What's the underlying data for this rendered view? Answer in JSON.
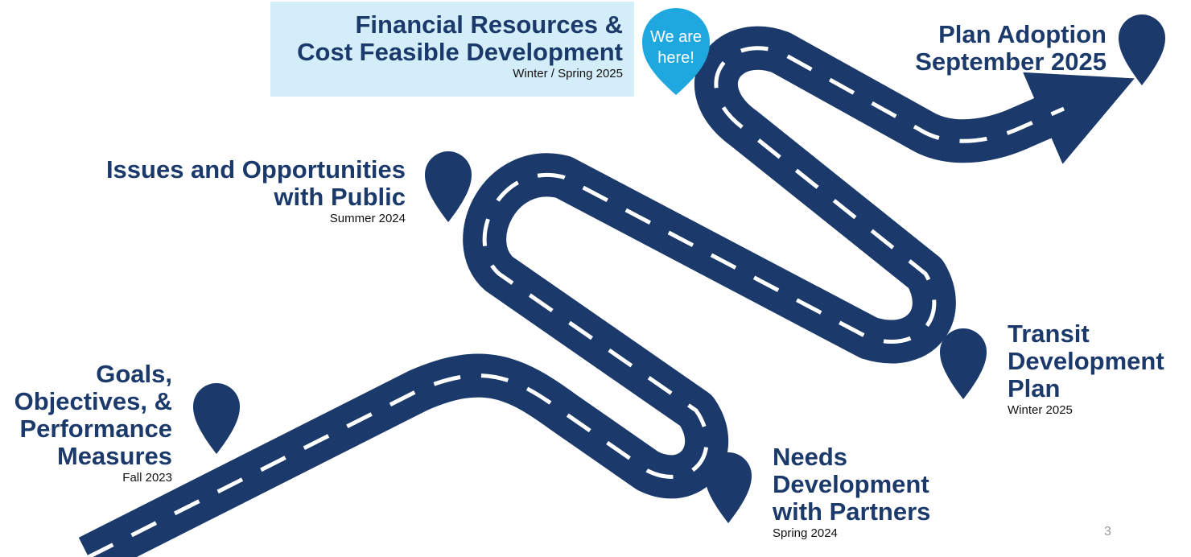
{
  "colors": {
    "road": "#1b3a6b",
    "dash": "#ffffff",
    "pin": "#1b3a6b",
    "current_pin": "#1fa8df",
    "current_box": "#d3eef8"
  },
  "milestones": [
    {
      "title": [
        "Goals,",
        "Objectives, &",
        "Performance",
        "Measures"
      ],
      "date": "Fall 2023"
    },
    {
      "title": [
        "Needs",
        "Development",
        "with Partners"
      ],
      "date": "Spring 2024"
    },
    {
      "title": [
        "Issues and Opportunities",
        "with Public"
      ],
      "date": "Summer 2024"
    },
    {
      "title": [
        "Transit",
        "Development",
        "Plan"
      ],
      "date": "Winter 2025"
    },
    {
      "title": [
        "Financial Resources &",
        "Cost Feasible Development"
      ],
      "date": "Winter / Spring 2025"
    },
    {
      "title": [
        "Plan Adoption",
        "September 2025"
      ],
      "date": ""
    }
  ],
  "current_marker": {
    "line1": "We are",
    "line2": "here!",
    "icon": "location-pin-icon"
  },
  "pin_icon": "location-pin-icon",
  "slide_number": "3"
}
